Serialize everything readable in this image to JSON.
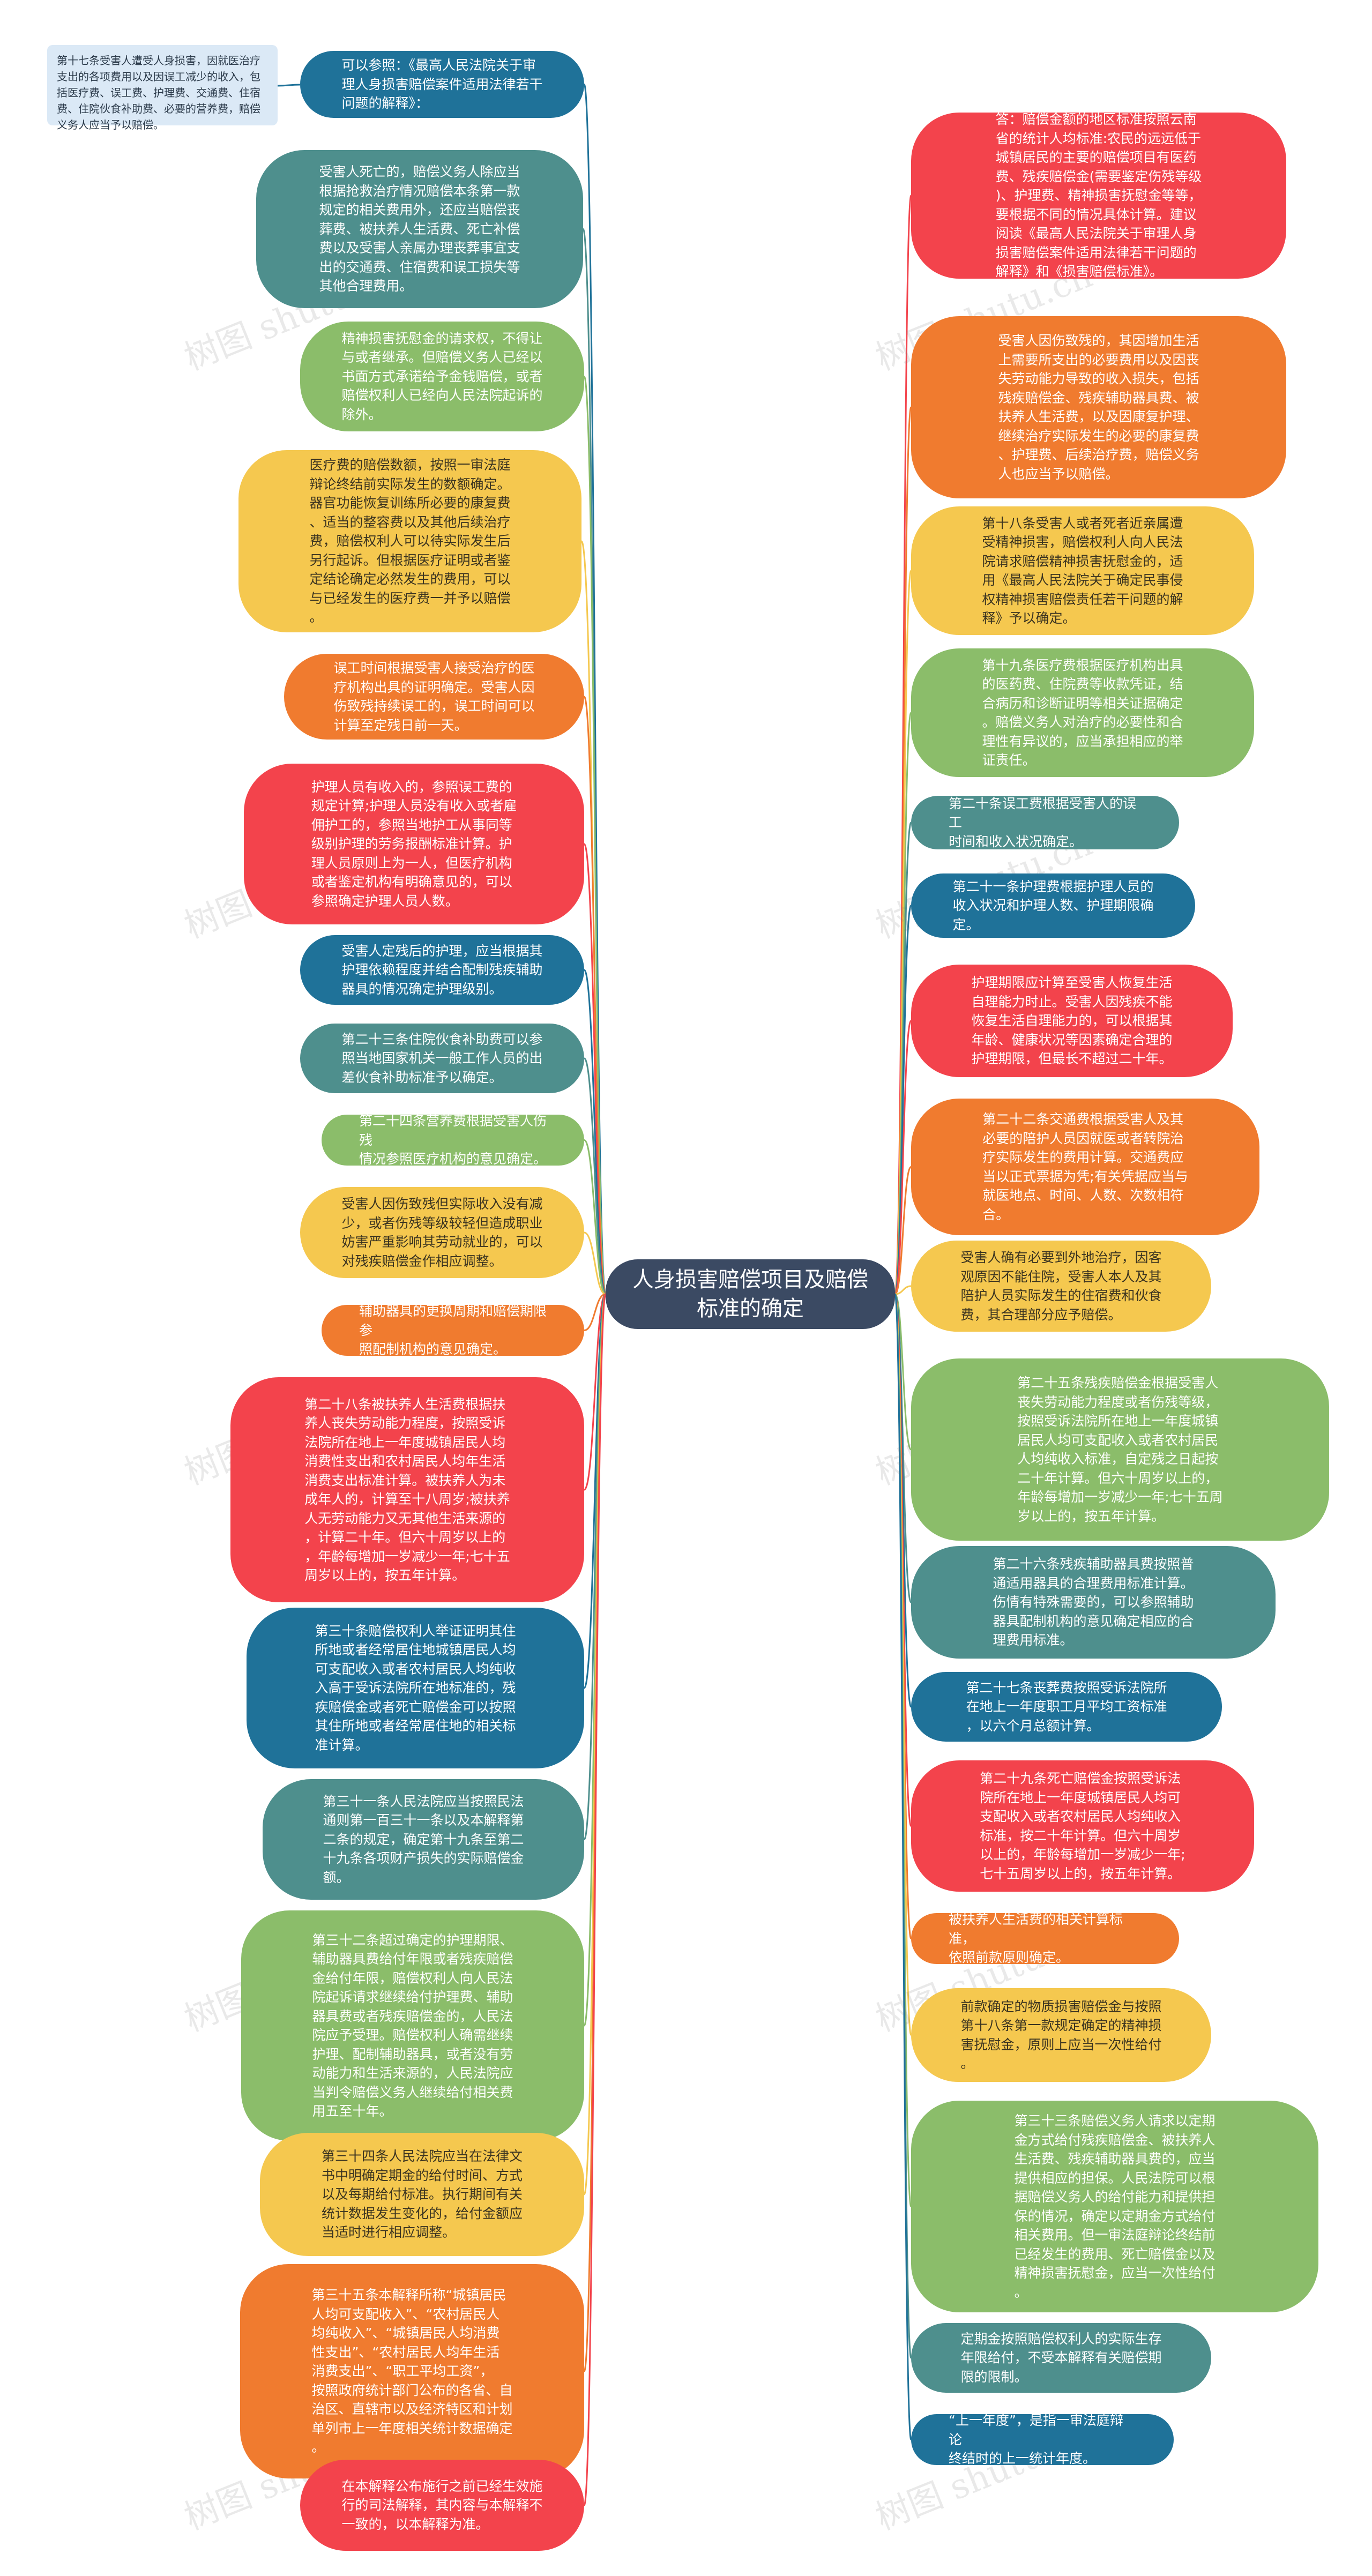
{
  "center_title": "人身损害赔偿项目及赔偿\n标准的确定",
  "note": "第十七条受害人遭受人身损害，因就医治疗支出的各项费用以及因误工减少的收入，包括医疗费、误工费、护理费、交通费、住宿费、住院伙食补助费、必要的营养费，赔偿义务人应当予以赔偿。",
  "colors": {
    "teal": "#4e8f8d",
    "green": "#8bbd6a",
    "yellow": "#f5c84f",
    "orange": "#f07b2f",
    "red": "#f3434c",
    "blue": "#1f7299",
    "center": "#3b4a63",
    "note_bg": "#dbe9f6"
  },
  "left_nodes": [
    {
      "color": "blue",
      "text": "可以参照：《最高人民法院关于审\n理人身损害赔偿案件适用法律若干\n问题的解释》："
    },
    {
      "color": "teal",
      "text": "受害人死亡的，赔偿义务人除应当\n根据抢救治疗情况赔偿本条第一款\n规定的相关费用外，还应当赔偿丧\n葬费、被扶养人生活费、死亡补偿\n费以及受害人亲属办理丧葬事宜支\n出的交通费、住宿费和误工损失等\n其他合理费用。"
    },
    {
      "color": "green",
      "text": "精神损害抚慰金的请求权，不得让\n与或者继承。但赔偿义务人已经以\n书面方式承诺给予金钱赔偿，或者\n赔偿权利人已经向人民法院起诉的\n除外。"
    },
    {
      "color": "yellow",
      "text": "医疗费的赔偿数额，按照一审法庭\n辩论终结前实际发生的数额确定。\n器官功能恢复训练所必要的康复费\n、适当的整容费以及其他后续治疗\n费，赔偿权利人可以待实际发生后\n另行起诉。但根据医疗证明或者鉴\n定结论确定必然发生的费用，可以\n与已经发生的医疗费一并予以赔偿\n。"
    },
    {
      "color": "orange",
      "text": "误工时间根据受害人接受治疗的医\n疗机构出具的证明确定。受害人因\n伤致残持续误工的，误工时间可以\n计算至定残日前一天。"
    },
    {
      "color": "red",
      "text": "护理人员有收入的，参照误工费的\n规定计算;护理人员没有收入或者雇\n佣护工的，参照当地护工从事同等\n级别护理的劳务报酬标准计算。护\n理人员原则上为一人，但医疗机构\n或者鉴定机构有明确意见的，可以\n参照确定护理人员人数。"
    },
    {
      "color": "blue",
      "text": "受害人定残后的护理，应当根据其\n护理依赖程度并结合配制残疾辅助\n器具的情况确定护理级别。"
    },
    {
      "color": "teal",
      "text": "第二十三条住院伙食补助费可以参\n照当地国家机关一般工作人员的出\n差伙食补助标准予以确定。"
    },
    {
      "color": "green",
      "text": "第二十四条营养费根据受害人伤残\n情况参照医疗机构的意见确定。"
    },
    {
      "color": "yellow",
      "text": "受害人因伤致残但实际收入没有减\n少，或者伤残等级较轻但造成职业\n妨害严重影响其劳动就业的，可以\n对残疾赔偿金作相应调整。"
    },
    {
      "color": "orange",
      "text": "辅助器具的更换周期和赔偿期限参\n照配制机构的意见确定。"
    },
    {
      "color": "red",
      "text": "第二十八条被扶养人生活费根据扶\n养人丧失劳动能力程度，按照受诉\n法院所在地上一年度城镇居民人均\n消费性支出和农村居民人均年生活\n消费支出标准计算。被扶养人为未\n成年人的，计算至十八周岁;被扶养\n人无劳动能力又无其他生活来源的\n，计算二十年。但六十周岁以上的\n，年龄每增加一岁减少一年;七十五\n周岁以上的，按五年计算。"
    },
    {
      "color": "blue",
      "text": "第三十条赔偿权利人举证证明其住\n所地或者经常居住地城镇居民人均\n可支配收入或者农村居民人均纯收\n入高于受诉法院所在地标准的，残\n疾赔偿金或者死亡赔偿金可以按照\n其住所地或者经常居住地的相关标\n准计算。"
    },
    {
      "color": "teal",
      "text": "第三十一条人民法院应当按照民法\n通则第一百三十一条以及本解释第\n二条的规定，确定第十九条至第二\n十九条各项财产损失的实际赔偿金\n额。"
    },
    {
      "color": "green",
      "text": "第三十二条超过确定的护理期限、\n辅助器具费给付年限或者残疾赔偿\n金给付年限，赔偿权利人向人民法\n院起诉请求继续给付护理费、辅助\n器具费或者残疾赔偿金的，人民法\n院应予受理。赔偿权利人确需继续\n护理、配制辅助器具，或者没有劳\n动能力和生活来源的，人民法院应\n当判令赔偿义务人继续给付相关费\n用五至十年。"
    },
    {
      "color": "yellow",
      "text": "第三十四条人民法院应当在法律文\n书中明确定期金的给付时间、方式\n以及每期给付标准。执行期间有关\n统计数据发生变化的，给付金额应\n当适时进行相应调整。"
    },
    {
      "color": "orange",
      "text": "第三十五条本解释所称“城镇居民\n人均可支配收入”、“农村居民人\n均纯收入”、“城镇居民人均消费\n性支出”、“农村居民人均年生活\n消费支出”、“职工平均工资”，\n按照政府统计部门公布的各省、自\n治区、直辖市以及经济特区和计划\n单列市上一年度相关统计数据确定\n。"
    },
    {
      "color": "red",
      "text": "在本解释公布施行之前已经生效施\n行的司法解释，其内容与本解释不\n一致的，以本解释为准。"
    }
  ],
  "right_nodes": [
    {
      "color": "red",
      "text": "答：赔偿金额的地区标准按照云南\n省的统计人均标准:农民的远远低于\n城镇居民的主要的赔偿项目有医药\n费、残疾赔偿金(需要鉴定伤残等级\n)、护理费、精神损害抚慰金等等，\n要根据不同的情况具体计算。建议\n阅读《最高人民法院关于审理人身\n损害赔偿案件适用法律若干问题的\n解释》和《损害赔偿标准》。"
    },
    {
      "color": "orange",
      "text": "受害人因伤致残的，其因增加生活\n上需要所支出的必要费用以及因丧\n失劳动能力导致的收入损失，包括\n残疾赔偿金、残疾辅助器具费、被\n扶养人生活费，以及因康复护理、\n继续治疗实际发生的必要的康复费\n、护理费、后续治疗费，赔偿义务\n人也应当予以赔偿。"
    },
    {
      "color": "yellow",
      "text": "第十八条受害人或者死者近亲属遭\n受精神损害，赔偿权利人向人民法\n院请求赔偿精神损害抚慰金的，适\n用《最高人民法院关于确定民事侵\n权精神损害赔偿责任若干问题的解\n释》予以确定。"
    },
    {
      "color": "green",
      "text": "第十九条医疗费根据医疗机构出具\n的医药费、住院费等收款凭证，结\n合病历和诊断证明等相关证据确定\n。赔偿义务人对治疗的必要性和合\n理性有异议的，应当承担相应的举\n证责任。"
    },
    {
      "color": "teal",
      "text": "第二十条误工费根据受害人的误工\n时间和收入状况确定。"
    },
    {
      "color": "blue",
      "text": "第二十一条护理费根据护理人员的\n收入状况和护理人数、护理期限确\n定。"
    },
    {
      "color": "red",
      "text": "护理期限应计算至受害人恢复生活\n自理能力时止。受害人因残疾不能\n恢复生活自理能力的，可以根据其\n年龄、健康状况等因素确定合理的\n护理期限，但最长不超过二十年。"
    },
    {
      "color": "orange",
      "text": "第二十二条交通费根据受害人及其\n必要的陪护人员因就医或者转院治\n疗实际发生的费用计算。交通费应\n当以正式票据为凭;有关凭据应当与\n就医地点、时间、人数、次数相符\n合。"
    },
    {
      "color": "yellow",
      "text": "受害人确有必要到外地治疗，因客\n观原因不能住院，受害人本人及其\n陪护人员实际发生的住宿费和伙食\n费，其合理部分应予赔偿。"
    },
    {
      "color": "green",
      "text": "第二十五条残疾赔偿金根据受害人\n丧失劳动能力程度或者伤残等级，\n按照受诉法院所在地上一年度城镇\n居民人均可支配收入或者农村居民\n人均纯收入标准，自定残之日起按\n二十年计算。但六十周岁以上的，\n年龄每增加一岁减少一年;七十五周\n岁以上的，按五年计算。"
    },
    {
      "color": "teal",
      "text": "第二十六条残疾辅助器具费按照普\n通适用器具的合理费用标准计算。\n伤情有特殊需要的，可以参照辅助\n器具配制机构的意见确定相应的合\n理费用标准。"
    },
    {
      "color": "blue",
      "text": "第二十七条丧葬费按照受诉法院所\n在地上一年度职工月平均工资标准\n，以六个月总额计算。"
    },
    {
      "color": "red",
      "text": "第二十九条死亡赔偿金按照受诉法\n院所在地上一年度城镇居民人均可\n支配收入或者农村居民人均纯收入\n标准，按二十年计算。但六十周岁\n以上的，年龄每增加一岁减少一年;\n七十五周岁以上的，按五年计算。"
    },
    {
      "color": "orange",
      "text": "被扶养人生活费的相关计算标准，\n依照前款原则确定。"
    },
    {
      "color": "yellow",
      "text": "前款确定的物质损害赔偿金与按照\n第十八条第一款规定确定的精神损\n害抚慰金，原则上应当一次性给付\n。"
    },
    {
      "color": "green",
      "text": "第三十三条赔偿义务人请求以定期\n金方式给付残疾赔偿金、被扶养人\n生活费、残疾辅助器具费的，应当\n提供相应的担保。人民法院可以根\n据赔偿义务人的给付能力和提供担\n保的情况，确定以定期金方式给付\n相关费用。但一审法庭辩论终结前\n已经发生的费用、死亡赔偿金以及\n精神损害抚慰金，应当一次性给付\n。"
    },
    {
      "color": "teal",
      "text": "定期金按照赔偿权利人的实际生存\n年限给付，不受本解释有关赔偿期\n限的限制。"
    },
    {
      "color": "blue",
      "text": "“上一年度”，是指一审法庭辩论\n终结时的上一统计年度。"
    }
  ],
  "watermark": "树图 shutu.cn"
}
